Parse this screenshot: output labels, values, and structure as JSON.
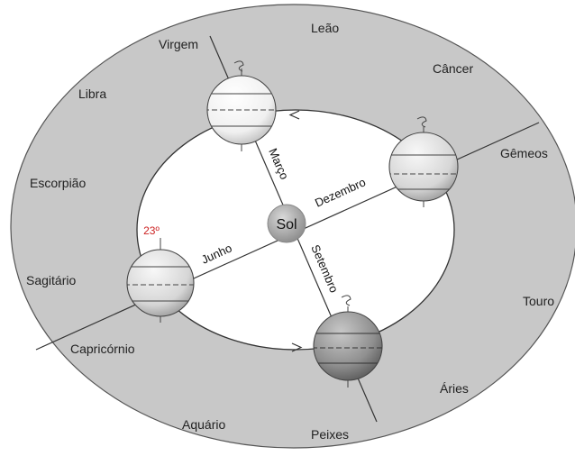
{
  "zodiac": {
    "leao": "Leão",
    "virgem": "Virgem",
    "cancer": "Câncer",
    "libra": "Libra",
    "gemeos": "Gêmeos",
    "escorpiao": "Escorpião",
    "sagitario": "Sagitário",
    "touro": "Touro",
    "capricornio": "Capricórnio",
    "aries": "Áries",
    "aquario": "Aquário",
    "peixes": "Peixes"
  },
  "months": {
    "marco": "Março",
    "dezembro": "Dezembro",
    "junho": "Junho",
    "setembro": "Setembro"
  },
  "sun": {
    "label": "Sol"
  },
  "axial_tilt": {
    "label": "23º"
  },
  "colors": {
    "outer_background": "#c8c8c8",
    "inner_background": "#ffffff",
    "sun_fill": "#a8a8a8",
    "line": "#333333",
    "tilt_label": "#cc2222"
  }
}
